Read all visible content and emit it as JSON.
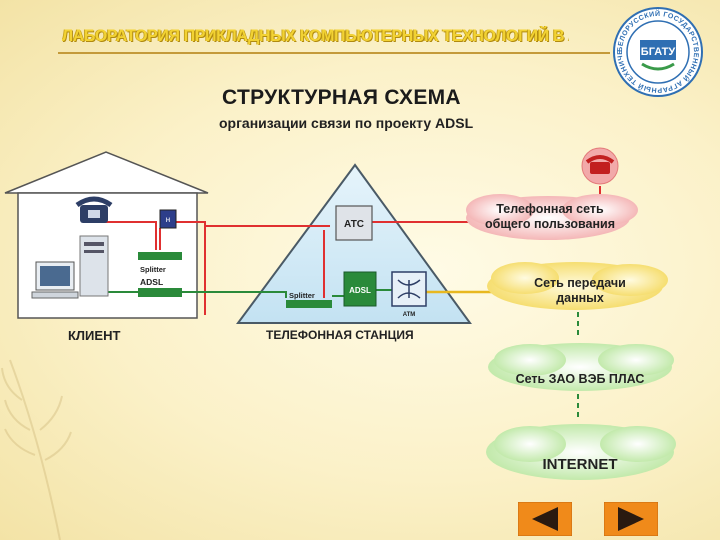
{
  "header": {
    "lab_title": "ЛАБОРАТОРИЯ ПРИКЛАДНЫХ КОМПЬЮТЕРНЫХ ТЕХНОЛОГИЙ В АПК",
    "logo_text": "БЕЛОРУССКИЙ ГОСУДАРСТВЕННЫЙ АГРАРНЫЙ ТЕХНИЧЕСКИЙ УНИВЕРСИТЕТ",
    "logo_mark": "БГАТУ"
  },
  "title": "СТРУКТУРНАЯ СХЕМА",
  "subtitle": "организации связи по проекту ADSL",
  "client": {
    "label": "КЛИЕНТ",
    "splitter": "Splitter",
    "adsl": "ADSL"
  },
  "station": {
    "label": "ТЕЛЕФОННАЯ  СТАНЦИЯ",
    "atc": "АТС",
    "splitter": "Splitter",
    "adsl": "ADSL",
    "atm": "ATM"
  },
  "clouds": [
    {
      "line1": "Телефонная сеть",
      "line2": "общего пользования"
    },
    {
      "line1": "Сеть передачи",
      "line2": "данных"
    },
    {
      "line1": "Сеть ЗАО ВЭБ ПЛАС",
      "line2": ""
    },
    {
      "line1": "INTERNET",
      "line2": ""
    }
  ],
  "colors": {
    "red_line": "#e03030",
    "green_device": "#2a8a3a",
    "yellow_line": "#e8b820",
    "house": "#ffffff",
    "cloud_pink": "#f4b8b8",
    "cloud_yellow": "#f7e27a",
    "cloud_green": "#c8efb0",
    "nav_orange": "#f08a1a"
  },
  "nav": {
    "prev": "prev-arrow-icon",
    "next": "next-arrow-icon"
  }
}
